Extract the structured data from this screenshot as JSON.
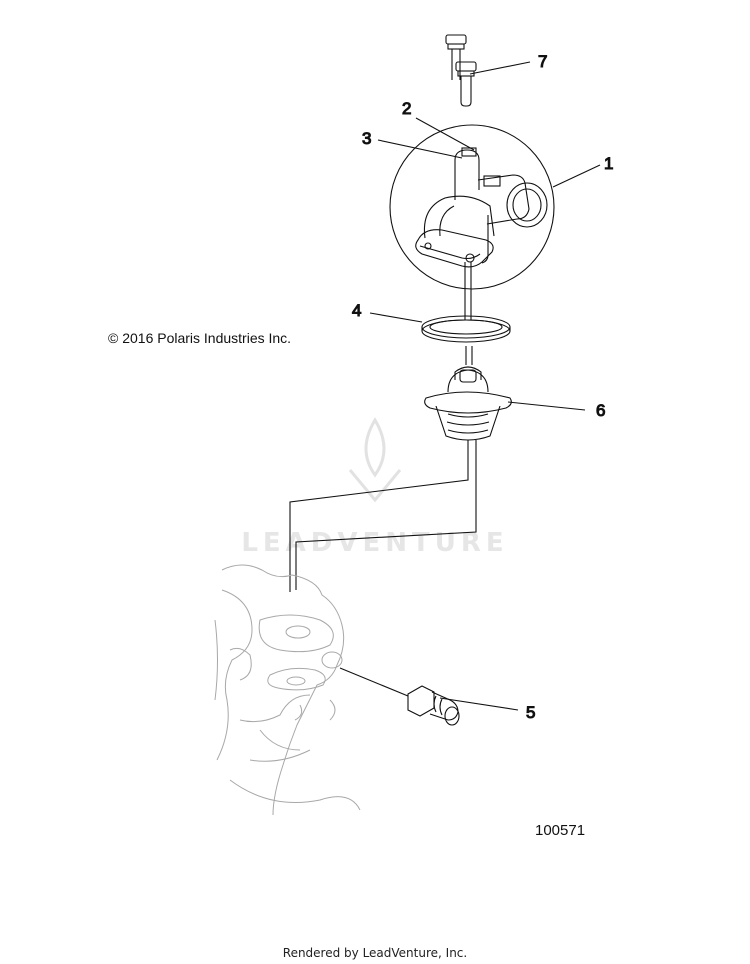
{
  "diagram": {
    "callouts": [
      {
        "id": "1",
        "label": "1"
      },
      {
        "id": "2",
        "label": "2"
      },
      {
        "id": "3",
        "label": "3"
      },
      {
        "id": "4",
        "label": "4"
      },
      {
        "id": "5",
        "label": "5"
      },
      {
        "id": "6",
        "label": "6"
      },
      {
        "id": "7",
        "label": "7"
      }
    ],
    "copyright": "© 2016 Polaris Industries Inc.",
    "figure_number": "100571",
    "watermark": "LEADVENTURE",
    "footer": "Rendered by LeadVenture, Inc."
  }
}
